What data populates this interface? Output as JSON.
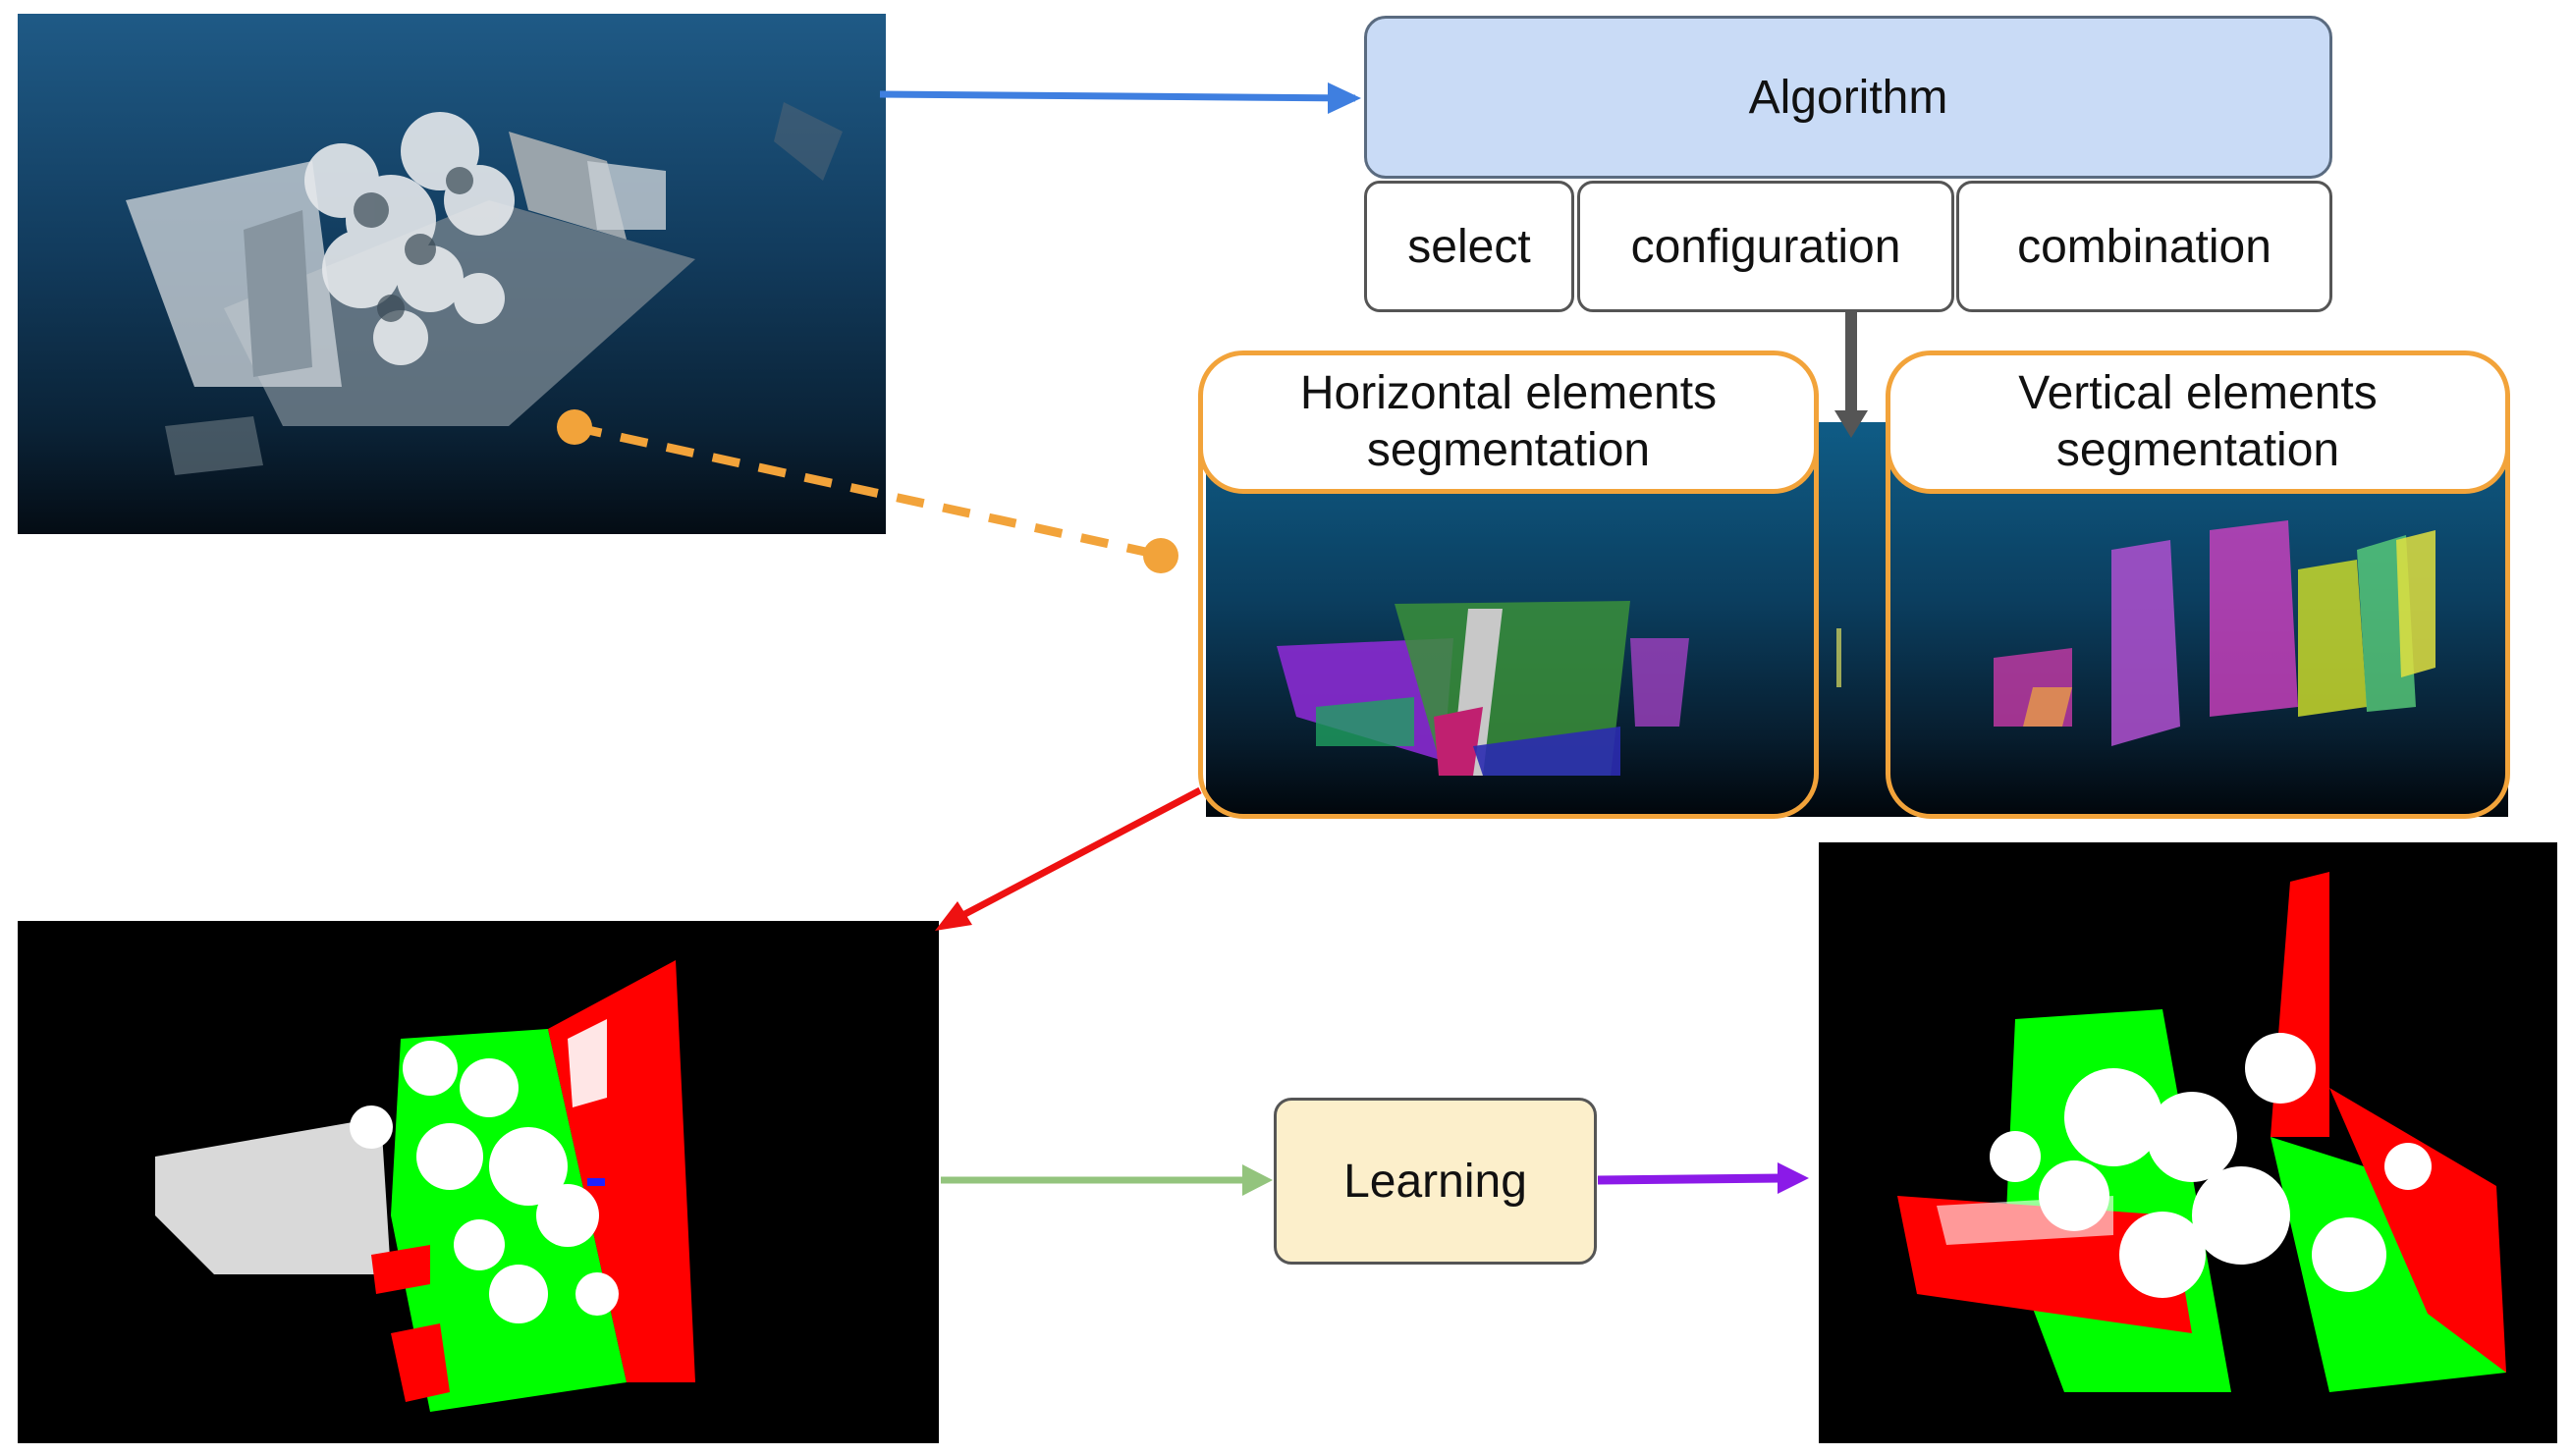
{
  "algorithm": {
    "label": "Algorithm"
  },
  "options": [
    {
      "label": "select"
    },
    {
      "label": "configuration"
    },
    {
      "label": "combination"
    }
  ],
  "segmentation": {
    "horizontal": {
      "line1": "Horizontal elements",
      "line2": "segmentation"
    },
    "vertical": {
      "line1": "Vertical elements",
      "line2": "segmentation"
    }
  },
  "learning": {
    "label": "Learning"
  },
  "colors": {
    "algorithm_fill": "#c9dbf6",
    "learning_fill": "#fcefcb",
    "segmentation_border": "#f2a33a",
    "arrow_blue": "#3f7fe0",
    "arrow_orange_dashed": "#f2a33a",
    "arrow_gray": "#555555",
    "arrow_red": "#ee1111",
    "arrow_green": "#93c47d",
    "arrow_purple": "#8b1ae8",
    "label_ground": "#00ff00",
    "label_facade": "#ff0000",
    "label_other": "#ffffff"
  },
  "images": [
    {
      "name": "input-point-cloud"
    },
    {
      "name": "segmentation-results-panel"
    },
    {
      "name": "algorithm-labeled-cloud"
    },
    {
      "name": "learning-labeled-cloud"
    }
  ]
}
